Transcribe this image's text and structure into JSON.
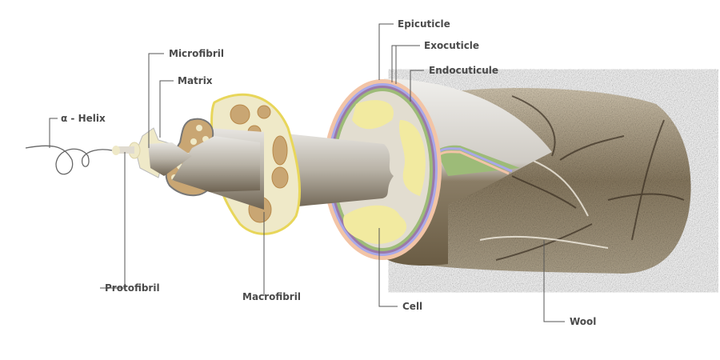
{
  "diagram": {
    "labels": {
      "alpha_helix": "α - Helix",
      "protofibril": "Protofibril",
      "microfibril": "Microfibril",
      "matrix": "Matrix",
      "macrofibril": "Macrofibril",
      "epicuticle": "Epicuticle",
      "exocuticle": "Exocuticle",
      "endocuticule": "Endocuticule",
      "cell": "Cell",
      "wool": "Wool"
    },
    "colors": {
      "epicuticle": "#f2c4a6",
      "exocuticle_outer": "#a9a8e8",
      "exocuticle_inner": "#9b79a8",
      "endocuticule": "#9dbb78",
      "cell": "#f2eaa0",
      "cell_matrix": "#e2ddd0",
      "macrofibril_fill": "#efe9c8",
      "macrofibril_border": "#e8d65a",
      "microfibril_dots": "#c9a673",
      "wool": "#8a7a60"
    }
  }
}
